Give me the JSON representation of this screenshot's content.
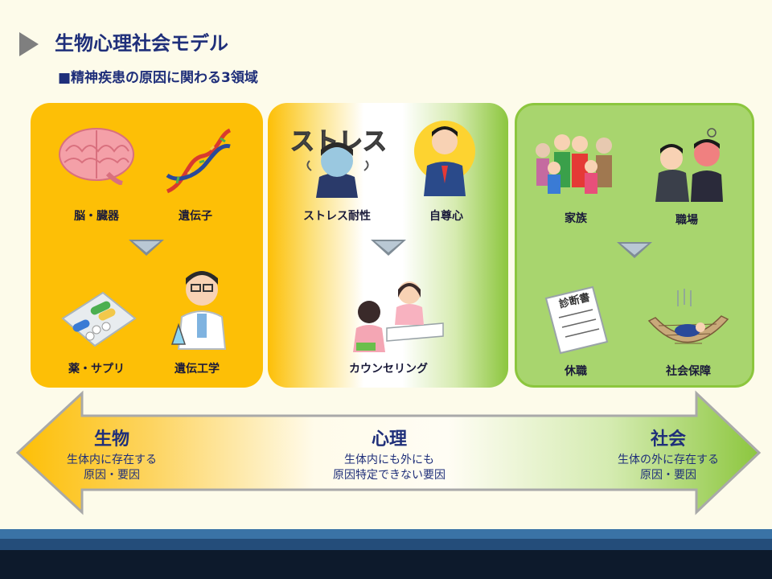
{
  "header": {
    "title": "生物心理社会モデル",
    "subtitle": "■精神疾患の原因に関わる3領域"
  },
  "panels": {
    "bio": {
      "items": [
        {
          "label": "脳・臓器",
          "icon": "brain-icon"
        },
        {
          "label": "遺伝子",
          "icon": "dna-icon"
        },
        {
          "label": "薬・サプリ",
          "icon": "medicine-icon"
        },
        {
          "label": "遺伝工学",
          "icon": "scientist-icon"
        }
      ]
    },
    "psy": {
      "items": [
        {
          "label": "ストレス耐性",
          "icon": "stressed-person-icon"
        },
        {
          "label": "自尊心",
          "icon": "confident-person-icon"
        },
        {
          "label": "カウンセリング",
          "icon": "counseling-icon"
        }
      ],
      "stress_text": "ストレス"
    },
    "soc": {
      "items": [
        {
          "label": "家族",
          "icon": "family-icon"
        },
        {
          "label": "職場",
          "icon": "workplace-icon"
        },
        {
          "label": "休職",
          "icon": "medical-certificate-icon"
        },
        {
          "label": "社会保障",
          "icon": "safety-net-icon"
        }
      ],
      "certificate_text": "診断書"
    }
  },
  "spectrum": {
    "bio": {
      "heading": "生物",
      "line1": "生体内に存在する",
      "line2": "原因・要因"
    },
    "psy": {
      "heading": "心理",
      "line1": "生体内にも外にも",
      "line2": "原因特定できない要因"
    },
    "soc": {
      "heading": "社会",
      "line1": "生体の外に存在する",
      "line2": "原因・要因"
    }
  },
  "colors": {
    "bio": "#fdbf06",
    "soc": "#8cc63e",
    "title": "#1f2f7a"
  }
}
